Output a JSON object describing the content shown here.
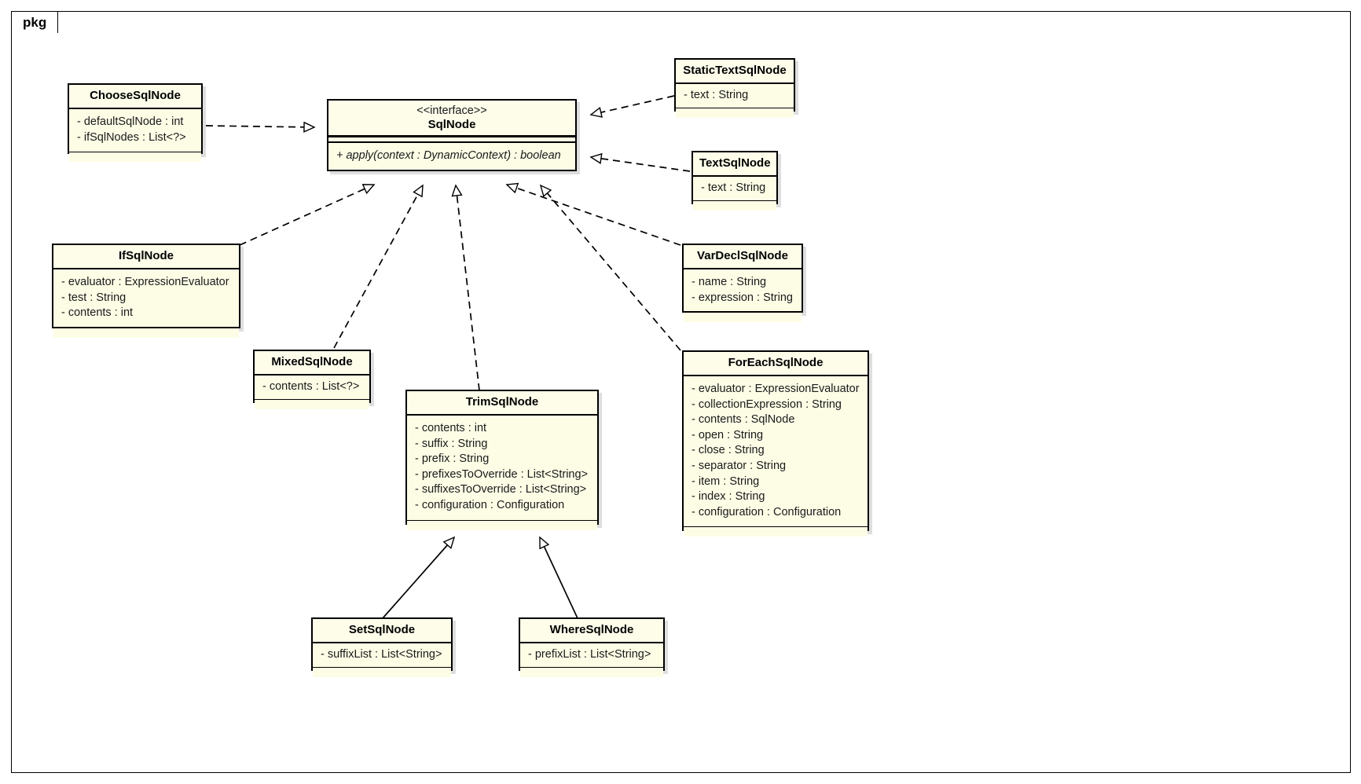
{
  "diagram": {
    "type": "uml-class-diagram",
    "package_label": "pkg",
    "background": "#ffffff",
    "class_fill": "#fdfde6",
    "border_color": "#000000"
  },
  "classes": [
    {
      "id": "choose",
      "name": "ChooseSqlNode",
      "stereotype": "",
      "attributes": [
        "- defaultSqlNode : int",
        "- ifSqlNodes : List<?>"
      ],
      "operations": []
    },
    {
      "id": "sqlnode",
      "name": "SqlNode",
      "stereotype": "<<interface>>",
      "attributes": [],
      "operations": [
        "+ apply(context : DynamicContext) : boolean"
      ]
    },
    {
      "id": "statictext",
      "name": "StaticTextSqlNode",
      "stereotype": "",
      "attributes": [
        "- text : String"
      ],
      "operations": []
    },
    {
      "id": "text",
      "name": "TextSqlNode",
      "stereotype": "",
      "attributes": [
        "- text : String"
      ],
      "operations": []
    },
    {
      "id": "ifnode",
      "name": "IfSqlNode",
      "stereotype": "",
      "attributes": [
        "- evaluator : ExpressionEvaluator",
        "- test : String",
        "- contents : int"
      ],
      "operations": []
    },
    {
      "id": "vardecl",
      "name": "VarDeclSqlNode",
      "stereotype": "",
      "attributes": [
        "- name : String",
        "- expression : String"
      ],
      "operations": []
    },
    {
      "id": "mixed",
      "name": "MixedSqlNode",
      "stereotype": "",
      "attributes": [
        "- contents : List<?>"
      ],
      "operations": []
    },
    {
      "id": "trim",
      "name": "TrimSqlNode",
      "stereotype": "",
      "attributes": [
        "- contents : int",
        "- suffix : String",
        "- prefix : String",
        "- prefixesToOverride : List<String>",
        "- suffixesToOverride : List<String>",
        "- configuration : Configuration"
      ],
      "operations": []
    },
    {
      "id": "foreach",
      "name": "ForEachSqlNode",
      "stereotype": "",
      "attributes": [
        "- evaluator : ExpressionEvaluator",
        "- collectionExpression : String",
        "- contents : SqlNode",
        "- open : String",
        "- close : String",
        "- separator : String",
        "- item : String",
        "- index : String",
        "- configuration : Configuration"
      ],
      "operations": []
    },
    {
      "id": "set",
      "name": "SetSqlNode",
      "stereotype": "",
      "attributes": [
        "- suffixList : List<String>"
      ],
      "operations": []
    },
    {
      "id": "where",
      "name": "WhereSqlNode",
      "stereotype": "",
      "attributes": [
        "- prefixList : List<String>"
      ],
      "operations": []
    }
  ],
  "relationships": [
    {
      "from": "choose",
      "to": "sqlnode",
      "kind": "realization",
      "style": "dashed",
      "arrow": "hollow-triangle"
    },
    {
      "from": "statictext",
      "to": "sqlnode",
      "kind": "realization",
      "style": "dashed",
      "arrow": "hollow-triangle"
    },
    {
      "from": "text",
      "to": "sqlnode",
      "kind": "realization",
      "style": "dashed",
      "arrow": "hollow-triangle"
    },
    {
      "from": "ifnode",
      "to": "sqlnode",
      "kind": "realization",
      "style": "dashed",
      "arrow": "hollow-triangle"
    },
    {
      "from": "vardecl",
      "to": "sqlnode",
      "kind": "realization",
      "style": "dashed",
      "arrow": "hollow-triangle"
    },
    {
      "from": "mixed",
      "to": "sqlnode",
      "kind": "realization",
      "style": "dashed",
      "arrow": "hollow-triangle"
    },
    {
      "from": "trim",
      "to": "sqlnode",
      "kind": "realization",
      "style": "dashed",
      "arrow": "hollow-triangle"
    },
    {
      "from": "foreach",
      "to": "sqlnode",
      "kind": "realization",
      "style": "dashed",
      "arrow": "hollow-triangle"
    },
    {
      "from": "set",
      "to": "trim",
      "kind": "generalization",
      "style": "solid",
      "arrow": "hollow-triangle"
    },
    {
      "from": "where",
      "to": "trim",
      "kind": "generalization",
      "style": "solid",
      "arrow": "hollow-triangle"
    }
  ]
}
